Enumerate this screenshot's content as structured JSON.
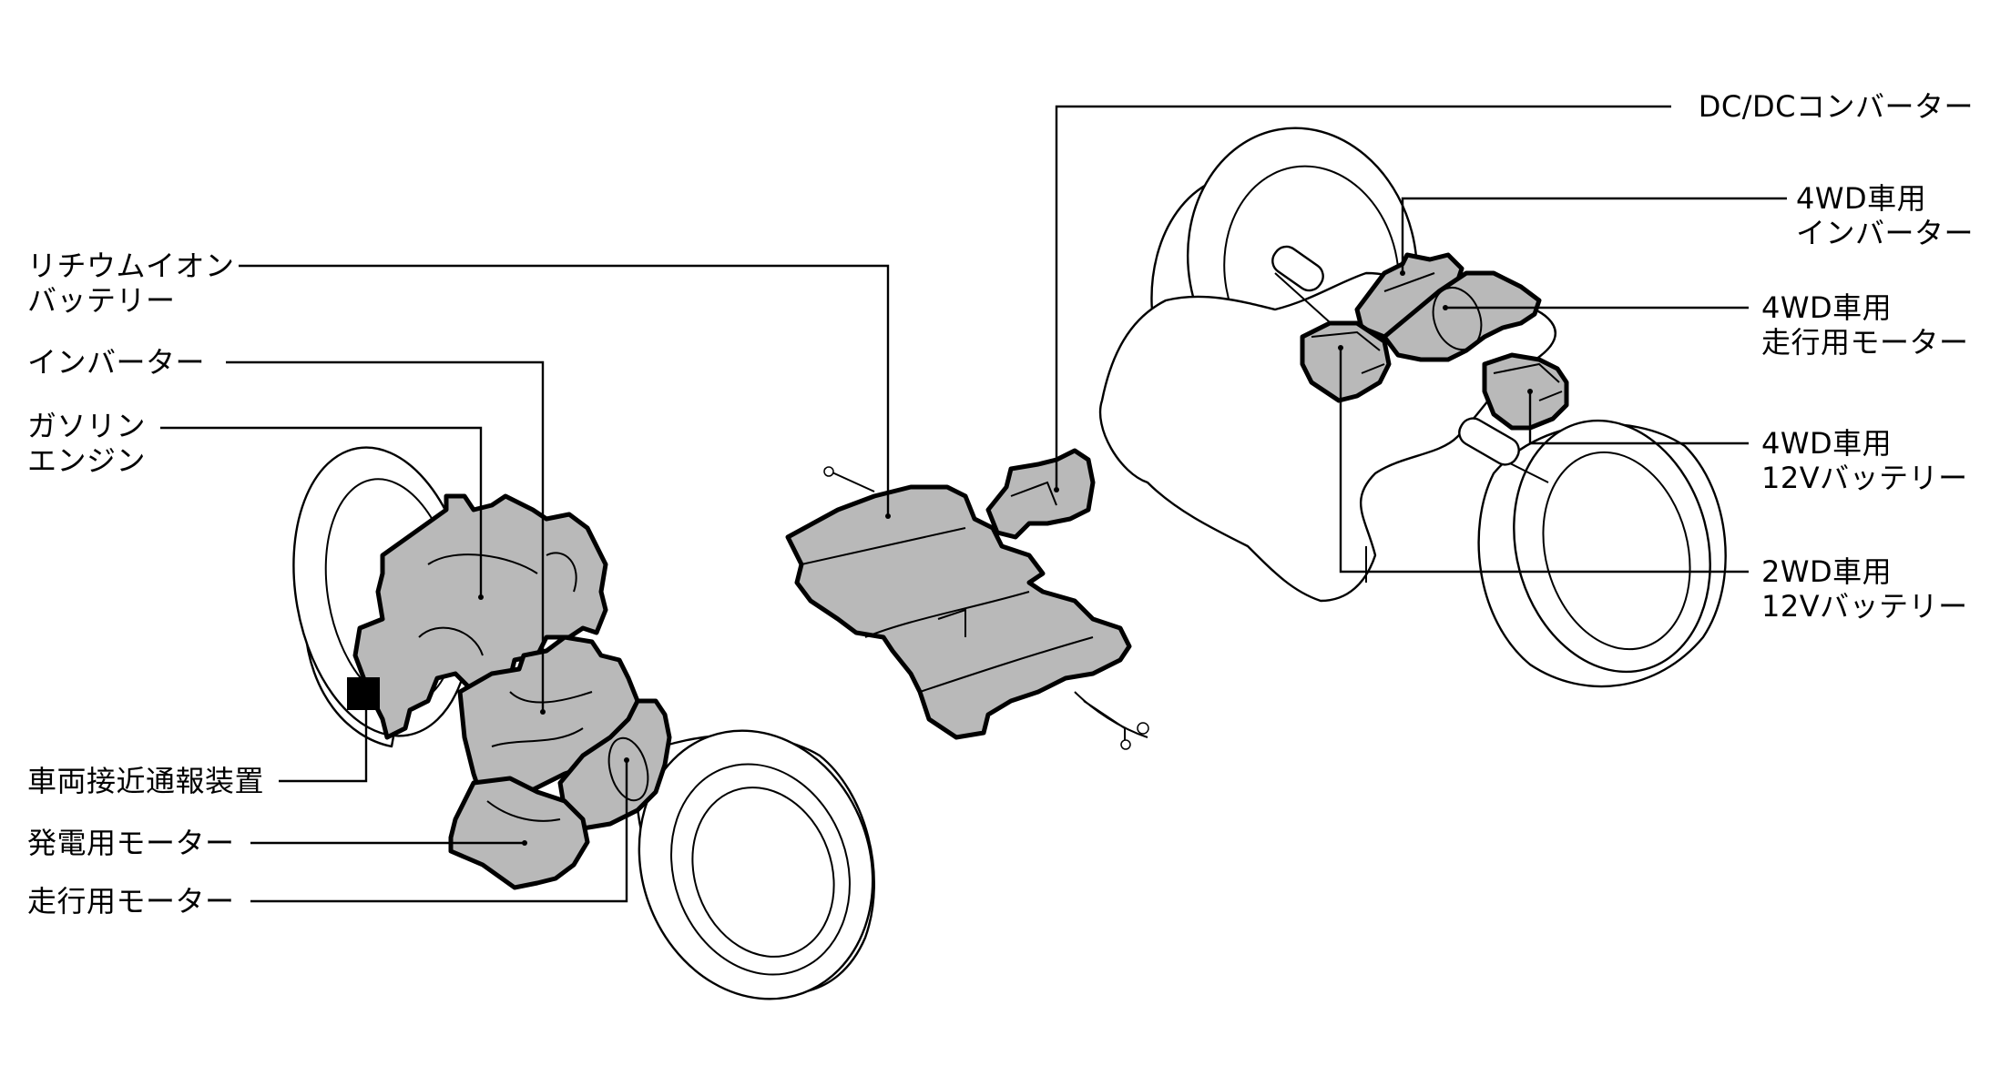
{
  "labels": {
    "li_ion_line1": "リチウムイオン",
    "li_ion_line2": "バッテリー",
    "inverter": "インバーター",
    "engine_line1": "ガソリン",
    "engine_line2": "エンジン",
    "avas": "車両接近通報装置",
    "gen_motor": "発電用モーター",
    "drive_motor": "走行用モーター",
    "dcdc": "DC/DCコンバーター",
    "inv4wd_line1": "4WD車用",
    "inv4wd_line2": "インバーター",
    "mot4wd_line1": "4WD車用",
    "mot4wd_line2": "走行用モーター",
    "bat4wd_line1": "4WD車用",
    "bat4wd_line2": "12Vバッテリー",
    "bat2wd_line1": "2WD車用",
    "bat2wd_line2": "12Vバッテリー"
  },
  "colors": {
    "component_fill": "#b9b9b9",
    "outline": "#000000",
    "background": "#ffffff"
  }
}
